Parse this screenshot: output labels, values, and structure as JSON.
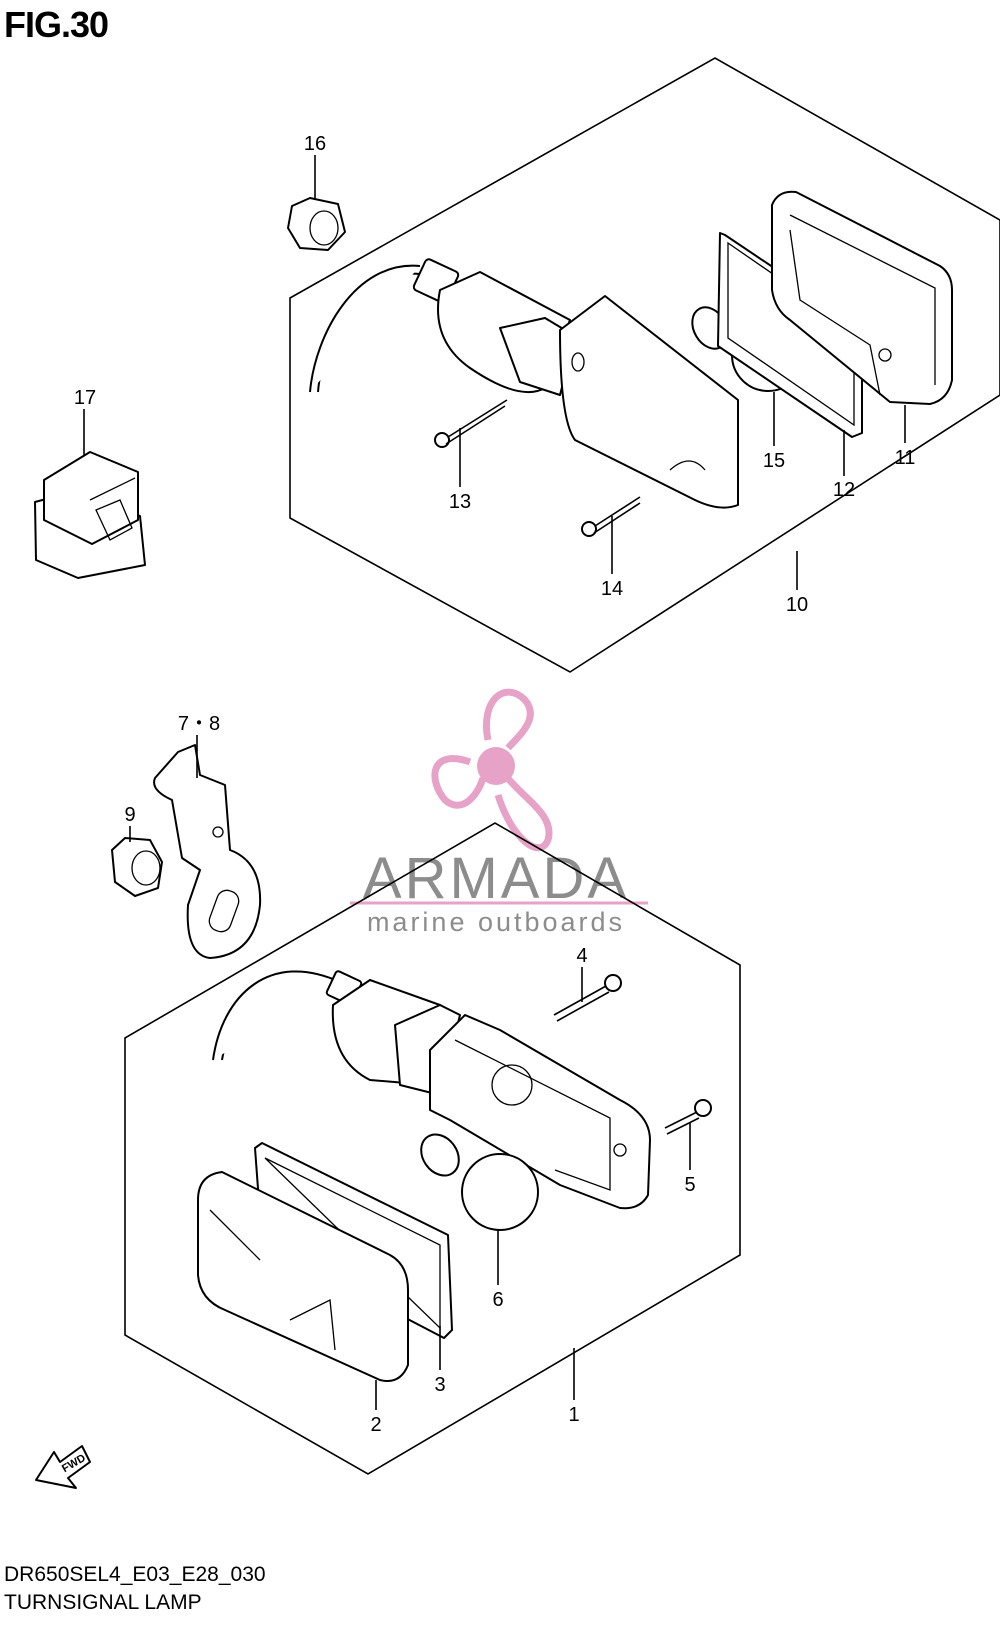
{
  "figure": {
    "title": "FIG.30"
  },
  "footer": {
    "code": "DR650SEL4_E03_E28_030",
    "name": "TURNSIGNAL LAMP"
  },
  "watermark": {
    "brand": "ARMADA",
    "subtitle": "marine outboards",
    "color": "#e7a3c7"
  },
  "fwd": {
    "label": "FWD"
  },
  "parts": {
    "p1": "1",
    "p2": "2",
    "p3": "3",
    "p4": "4",
    "p5": "5",
    "p6": "6",
    "p78": "7・8",
    "p9": "9",
    "p10": "10",
    "p11": "11",
    "p12": "12",
    "p13": "13",
    "p14": "14",
    "p15": "15",
    "p16": "16",
    "p17": "17"
  }
}
